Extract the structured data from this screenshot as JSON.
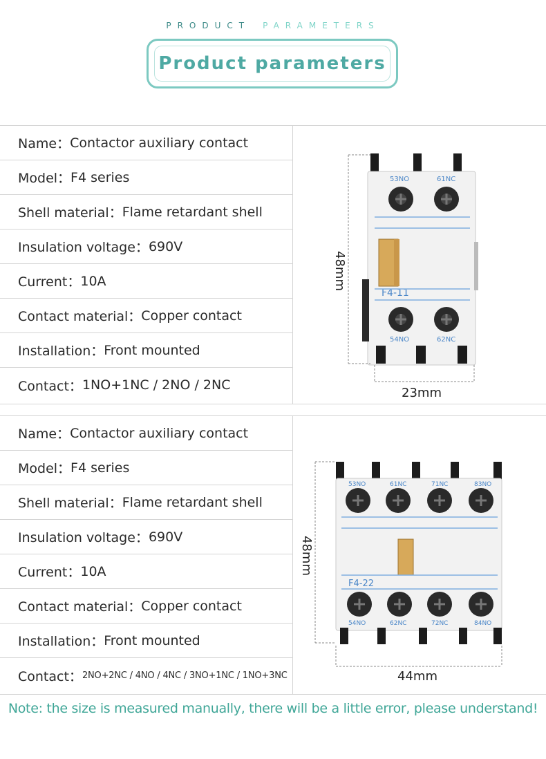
{
  "header": {
    "small_word1": "PRODUCT",
    "small_word2": "PARAMETERS",
    "title": "Product parameters"
  },
  "block1": {
    "rows": [
      {
        "key": "Name：",
        "value": "Contactor auxiliary contact"
      },
      {
        "key": "Model：",
        "value": "F4 series"
      },
      {
        "key": "Shell material：",
        "value": "Flame retardant shell"
      },
      {
        "key": "Insulation voltage：",
        "value": "690V"
      },
      {
        "key": "Current：",
        "value": "10A"
      },
      {
        "key": "Contact material：",
        "value": "Copper contact"
      },
      {
        "key": "Installation：",
        "value": "Front mounted"
      },
      {
        "key": "Contact：",
        "value": "1NO+1NC / 2NO / 2NC"
      }
    ],
    "image": {
      "model_label": "F4-11",
      "top_terminals": [
        "53NO",
        "61NC"
      ],
      "bottom_terminals": [
        "54NO",
        "62NC"
      ],
      "height_dim": "48mm",
      "width_dim": "23mm"
    }
  },
  "block2": {
    "rows": [
      {
        "key": "Name：",
        "value": "Contactor auxiliary contact"
      },
      {
        "key": "Model：",
        "value": "F4 series"
      },
      {
        "key": "Shell material：",
        "value": "Flame retardant shell"
      },
      {
        "key": "Insulation voltage：",
        "value": "690V"
      },
      {
        "key": "Current：",
        "value": "10A"
      },
      {
        "key": "Contact material：",
        "value": "Copper contact"
      },
      {
        "key": "Installation：",
        "value": "Front mounted"
      },
      {
        "key": "Contact：",
        "value": "2NO+2NC / 4NO / 4NC / 3NO+1NC / 1NO+3NC"
      }
    ],
    "image": {
      "model_label": "F4-22",
      "top_terminals": [
        "53NO",
        "61NC",
        "71NC",
        "83NO"
      ],
      "bottom_terminals": [
        "54NO",
        "62NC",
        "72NC",
        "84NO"
      ],
      "height_dim": "48mm",
      "width_dim": "44mm"
    }
  },
  "note": "Note: the size is measured manually, there will be a little error, please understand!",
  "colors": {
    "teal_dark": "#3d8a88",
    "teal_light": "#7cc9c1",
    "note": "#3fa697",
    "label_blue": "#4a86c8"
  }
}
